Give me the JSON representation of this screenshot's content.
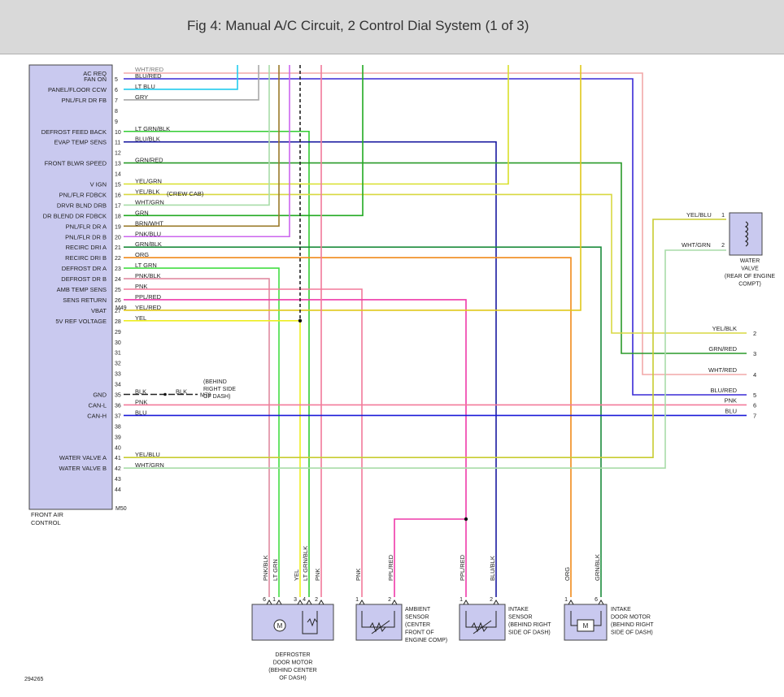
{
  "header": {
    "title": "Fig 4: Manual A/C Circuit, 2 Control Dial System (1 of 3)"
  },
  "module": {
    "name_line1": "FRONT AIR",
    "name_line2": "CONTROL",
    "connector_top": "M49",
    "connector_bottom": "M50"
  },
  "figure_id": "294265",
  "wire_colors": {
    "BLU/RED": "#3a2ad6",
    "LT BLU": "#22ccee",
    "GRY": "#a8a8a8",
    "LT GRN/BLK": "#33cc33",
    "BLU/BLK": "#1a1aa0",
    "GRN/RED": "#2a9a2a",
    "YEL/GRN": "#d8e02a",
    "YEL/BLK": "#d8d840",
    "WHT/GRN": "#a8dca8",
    "GRN": "#22aa22",
    "BRN/WHT": "#9a7a2a",
    "PNK/BLU": "#cc66ee",
    "GRN/BLK": "#1c8c3c",
    "ORG": "#f08a1a",
    "LT GRN": "#44dd44",
    "PNK/BLK": "#e08aa0",
    "PNK": "#f27a9a",
    "PPL/RED": "#ee3aaa",
    "YEL/RED": "#e0c81a",
    "YEL": "#eeee20",
    "BLK": "#222222",
    "BLU": "#1a1ad8",
    "YEL/BLU": "#c8cc30",
    "WHT/RED": "#f2a8a8"
  },
  "pins": [
    {
      "pin": "5",
      "func": "FAN ON",
      "wire": "BLU/RED"
    },
    {
      "pin": "6",
      "func": "PANEL/FLOOR CCW",
      "wire": "LT BLU"
    },
    {
      "pin": "7",
      "func": "PNL/FLR DR FB",
      "wire": "GRY"
    },
    {
      "pin": "8",
      "func": "",
      "wire": ""
    },
    {
      "pin": "9",
      "func": "",
      "wire": ""
    },
    {
      "pin": "10",
      "func": "DEFROST FEED BACK",
      "wire": "LT GRN/BLK"
    },
    {
      "pin": "11",
      "func": "EVAP TEMP SENS",
      "wire": "BLU/BLK"
    },
    {
      "pin": "12",
      "func": "",
      "wire": ""
    },
    {
      "pin": "13",
      "func": "FRONT BLWR SPEED",
      "wire": "GRN/RED"
    },
    {
      "pin": "14",
      "func": "",
      "wire": ""
    },
    {
      "pin": "15",
      "func": "V IGN",
      "wire": "YEL/GRN"
    },
    {
      "pin": "16",
      "func": "PNL/FLR FDBCK",
      "wire": "YEL/BLK"
    },
    {
      "pin": "17",
      "func": "DRVR BLND DRB",
      "wire": "WHT/GRN"
    },
    {
      "pin": "18",
      "func": "DR BLEND DR FDBCK",
      "wire": "GRN"
    },
    {
      "pin": "19",
      "func": "PNL/FLR DR A",
      "wire": "BRN/WHT"
    },
    {
      "pin": "20",
      "func": "PNL/FLR DR B",
      "wire": "PNK/BLU"
    },
    {
      "pin": "21",
      "func": "RECIRC DRI A",
      "wire": "GRN/BLK"
    },
    {
      "pin": "22",
      "func": "RECIRC DRI B",
      "wire": "ORG"
    },
    {
      "pin": "23",
      "func": "DEFROST DR A",
      "wire": "LT GRN"
    },
    {
      "pin": "24",
      "func": "DEFROST DR B",
      "wire": "PNK/BLK"
    },
    {
      "pin": "25",
      "func": "AMB TEMP SENS",
      "wire": "PNK"
    },
    {
      "pin": "26",
      "func": "SENS RETURN",
      "wire": "PPL/RED"
    },
    {
      "pin": "27",
      "func": "VBAT",
      "wire": "YEL/RED"
    },
    {
      "pin": "28",
      "func": "5V REF VOLTAGE",
      "wire": "YEL"
    },
    {
      "pin": "29",
      "func": "",
      "wire": ""
    },
    {
      "pin": "30",
      "func": "",
      "wire": ""
    },
    {
      "pin": "31",
      "func": "",
      "wire": ""
    },
    {
      "pin": "32",
      "func": "",
      "wire": ""
    },
    {
      "pin": "33",
      "func": "",
      "wire": ""
    },
    {
      "pin": "34",
      "func": "",
      "wire": ""
    },
    {
      "pin": "35",
      "func": "GND",
      "wire": "BLK"
    },
    {
      "pin": "36",
      "func": "CAN-L",
      "wire": "PNK"
    },
    {
      "pin": "37",
      "func": "CAN-H",
      "wire": "BLU"
    },
    {
      "pin": "38",
      "func": "",
      "wire": ""
    },
    {
      "pin": "39",
      "func": "",
      "wire": ""
    },
    {
      "pin": "40",
      "func": "",
      "wire": ""
    },
    {
      "pin": "41",
      "func": "WATER VALVE A",
      "wire": "YEL/BLU"
    },
    {
      "pin": "42",
      "func": "WATER VALVE B",
      "wire": "WHT/GRN"
    },
    {
      "pin": "43",
      "func": "",
      "wire": ""
    },
    {
      "pin": "44",
      "func": "",
      "wire": ""
    }
  ],
  "top_partial": {
    "func": "AC REQ",
    "wire": "WHT/RED"
  },
  "crew_cab_note": "(CREW CAB)",
  "ground": {
    "wire": "BLK",
    "splice": "M79",
    "note_lines": [
      "(BEHIND",
      "RIGHT SIDE",
      "OF DASH)"
    ]
  },
  "water_valve": {
    "label_lines": [
      "WATER",
      "VALVE",
      "(REAR OF ENGINE",
      "COMPT)"
    ],
    "pins": [
      {
        "pin": "1",
        "wire": "YEL/BLU"
      },
      {
        "pin": "2",
        "wire": "WHT/GRN"
      }
    ]
  },
  "exits": [
    {
      "wire": "YEL/BLK",
      "num": "2"
    },
    {
      "wire": "GRN/RED",
      "num": "3"
    },
    {
      "wire": "WHT/RED",
      "num": "4"
    },
    {
      "wire": "BLU/RED",
      "num": "5"
    },
    {
      "wire": "PNK",
      "num": "6"
    },
    {
      "wire": "BLU",
      "num": "7"
    }
  ],
  "components": {
    "defroster_motor": {
      "label_lines": [
        "DEFROSTER",
        "DOOR MOTOR",
        "(BEHIND CENTER",
        "OF DASH)"
      ],
      "pins": [
        {
          "pin": "6",
          "wire": "PNK/BLK"
        },
        {
          "pin": "1",
          "wire": "LT GRN"
        },
        {
          "pin": "3",
          "wire": "YEL"
        },
        {
          "pin": "4",
          "wire": "LT GRN/BLK"
        },
        {
          "pin": "2",
          "wire": "PNK"
        }
      ]
    },
    "ambient_sensor": {
      "label_lines": [
        "AMBIENT",
        "SENSOR",
        "(CENTER",
        "FRONT OF",
        "ENGINE COMP)"
      ],
      "pins": [
        {
          "pin": "1",
          "wire": "PNK"
        },
        {
          "pin": "2",
          "wire": "PPL/RED"
        }
      ]
    },
    "intake_sensor": {
      "label_lines": [
        "INTAKE",
        "SENSOR",
        "(BEHIND RIGHT",
        "SIDE OF DASH)"
      ],
      "pins": [
        {
          "pin": "1",
          "wire": "PPL/RED"
        },
        {
          "pin": "2",
          "wire": "BLU/BLK"
        }
      ]
    },
    "intake_motor": {
      "label_lines": [
        "INTAKE",
        "DOOR MOTOR",
        "(BEHIND RIGHT",
        "SIDE OF DASH)"
      ],
      "pins": [
        {
          "pin": "1",
          "wire": "ORG"
        },
        {
          "pin": "6",
          "wire": "GRN/BLK"
        }
      ]
    }
  }
}
